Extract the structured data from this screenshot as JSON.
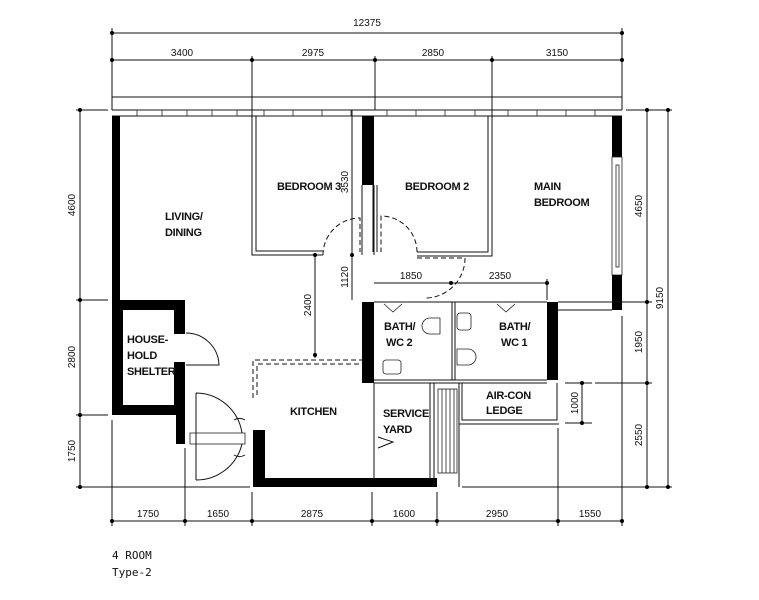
{
  "plan": {
    "overall_width": "12375",
    "top_dims": [
      "3400",
      "2975",
      "2850",
      "3150"
    ],
    "bottom_dims": [
      "1750",
      "1650",
      "2875",
      "1600",
      "2950",
      "1550"
    ],
    "left_dims": [
      "4600",
      "2800",
      "1750"
    ],
    "right_dims": [
      "4650",
      "1950",
      "2550"
    ],
    "overall_depth": "9150",
    "interior_dims": {
      "bedroom3_depth": "3530",
      "corridor": "1120",
      "living_to_kitchen": "2400",
      "bath2_width": "1850",
      "bath1_width": "2350",
      "aircon_depth": "1000"
    },
    "rooms": {
      "living": [
        "LIVING/",
        "DINING"
      ],
      "bedroom3": "BEDROOM 3",
      "bedroom2": "BEDROOM 2",
      "main_bedroom": [
        "MAIN",
        "BEDROOM"
      ],
      "shelter": [
        "HOUSE-",
        "HOLD",
        "SHELTER"
      ],
      "kitchen": "KITCHEN",
      "service_yard": [
        "SERVICE",
        "YARD"
      ],
      "bath2": [
        "BATH/",
        "WC 2"
      ],
      "bath1": [
        "BATH/",
        "WC 1"
      ],
      "aircon": [
        "AIR-CON",
        "LEDGE"
      ]
    }
  },
  "caption": {
    "line1": "4 ROOM",
    "line2": "Type-2"
  }
}
